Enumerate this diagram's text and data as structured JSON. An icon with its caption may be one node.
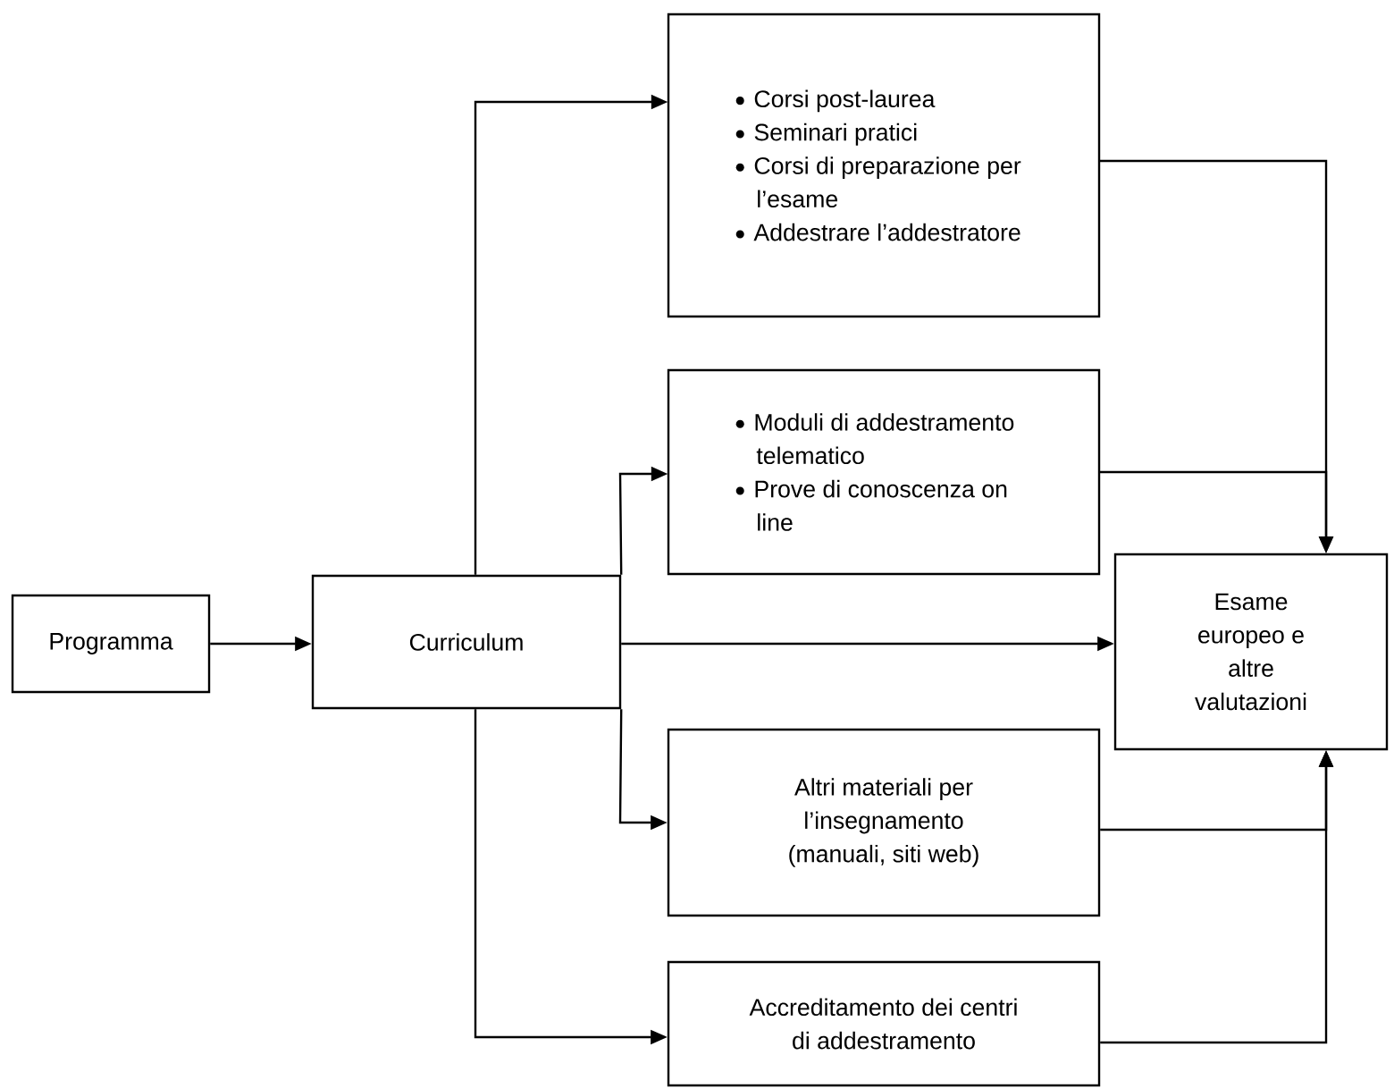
{
  "diagram": {
    "nodes": [
      {
        "text": [
          "Programma"
        ]
      },
      {
        "text": [
          "Curriculum"
        ]
      },
      {
        "text": [
          "Corsi post-laurea",
          "Seminari pratici",
          "Corsi di preparazione per l’esame",
          "Addestrare l’addestratore"
        ]
      },
      {
        "text": [
          "Moduli di addestramento telematico",
          "Prove di conoscenza on line"
        ]
      },
      {
        "text": [
          "Esame europeo e altre valutazioni"
        ]
      },
      {
        "text": [
          "Altri materiali per l’insegnamento (manuali, siti web)"
        ]
      },
      {
        "text": [
          "Accreditamento dei centri di addestramento"
        ]
      }
    ],
    "edges": [
      {
        "from": 0,
        "to": 1,
        "arrow": "to"
      },
      {
        "from": 1,
        "to": 2,
        "arrow": "to"
      },
      {
        "from": 1,
        "to": 3,
        "arrow": "to"
      },
      {
        "from": 1,
        "to": 4,
        "arrow": "to"
      },
      {
        "from": 1,
        "to": 5,
        "arrow": "to"
      },
      {
        "from": 1,
        "to": 6,
        "arrow": "to"
      },
      {
        "from": 2,
        "to": 4,
        "arrow": "to"
      },
      {
        "from": 3,
        "to": 4,
        "arrow": "to"
      },
      {
        "from": 5,
        "to": 4,
        "arrow": "to"
      },
      {
        "from": 6,
        "to": 4,
        "arrow": "to"
      }
    ]
  }
}
